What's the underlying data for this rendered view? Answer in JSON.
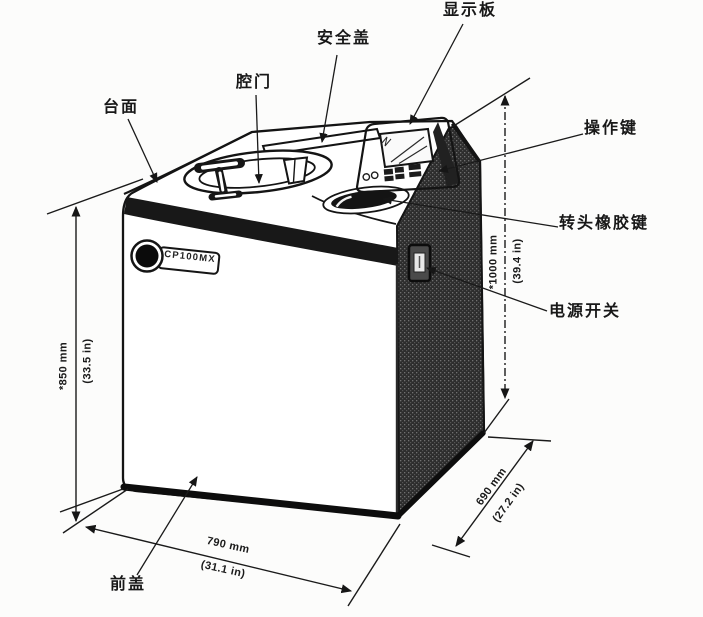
{
  "figure": {
    "machine_model": "CP100MX",
    "part_labels": [
      {
        "id": "countertop",
        "text": "台面"
      },
      {
        "id": "chamber-door",
        "text": "腔门"
      },
      {
        "id": "safety-cover",
        "text": "安全盖"
      },
      {
        "id": "display-panel",
        "text": "显示板"
      },
      {
        "id": "operation-keys",
        "text": "操作键"
      },
      {
        "id": "rotor-rubber-key",
        "text": "转头橡胶键"
      },
      {
        "id": "power-switch",
        "text": "电源开关"
      },
      {
        "id": "front-cover",
        "text": "前盖"
      }
    ],
    "dimensions": {
      "left_height_mm": "*850 mm",
      "left_height_in": "(33.5 in)",
      "total_height_mm": "*1000 mm",
      "total_height_in": "(39.4 in)",
      "front_width_mm": "790 mm",
      "front_width_in": "(31.1 in)",
      "side_depth_mm": "690 mm",
      "side_depth_in": "(27.2 in)"
    },
    "colors": {
      "ink": "#1a1a1a",
      "paper": "#fcfcfb",
      "side_panel": "#2d2d2d"
    }
  }
}
